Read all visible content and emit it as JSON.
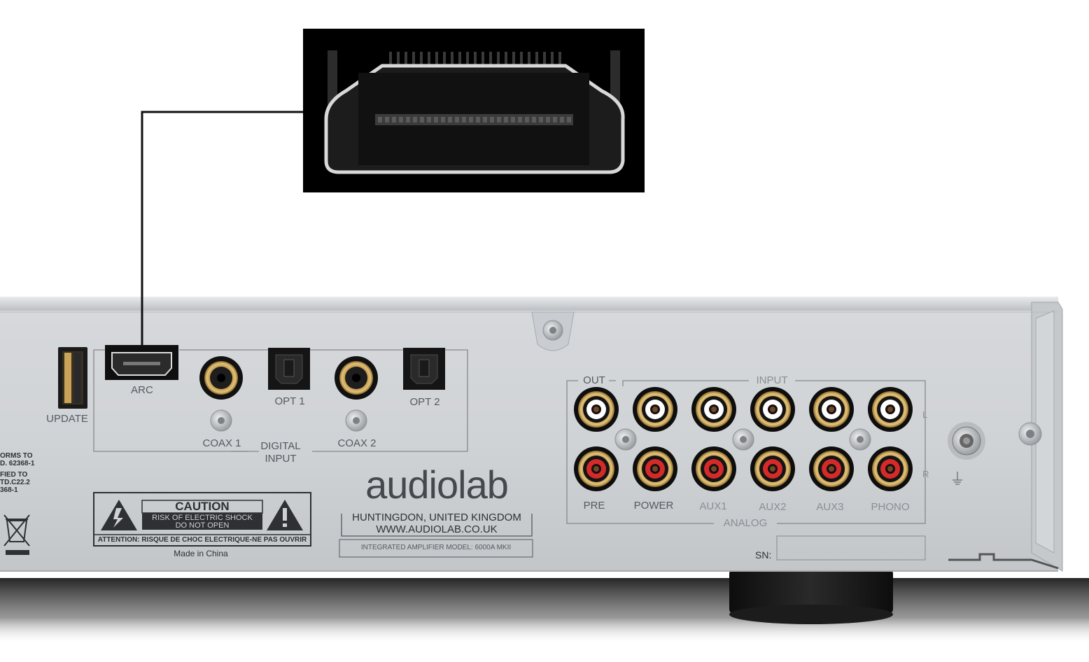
{
  "device": {
    "brand": "audiolab",
    "address_line1": "HUNTINGDON, UNITED KINGDOM",
    "address_line2": "WWW.AUDIOLAB.CO.UK",
    "model_line": "INTEGRATED AMPLIFIER  MODEL: 6000A MKII",
    "made_in": "Made in China",
    "serial_label": "SN:"
  },
  "compliance_text": {
    "line1": "ORMS TO",
    "line2": "D. 62368-1",
    "line3": "FIED TO",
    "line4": "TD.C22.2",
    "line5": "368-1"
  },
  "caution": {
    "title": "CAUTION",
    "line1": "RISK OF ELECTRIC SHOCK",
    "line2": "DO NOT OPEN",
    "attention": "ATTENTION: RISQUE DE CHOC ELECTRIQUE-NE PAS OUVRIR"
  },
  "ports": {
    "update": "UPDATE",
    "arc": "ARC",
    "coax1": "COAX 1",
    "opt1": "OPT 1",
    "coax2": "COAX 2",
    "opt2": "OPT 2",
    "digital_input_line1": "DIGITAL",
    "digital_input_line2": "INPUT"
  },
  "analog": {
    "out_label": "OUT",
    "input_label": "INPUT",
    "section_label": "ANALOG",
    "left_label": "L",
    "right_label": "R",
    "columns": [
      "PRE",
      "POWER",
      "AUX1",
      "AUX2",
      "AUX3",
      "PHONO"
    ]
  },
  "colors": {
    "chassis": "#cfd2d5",
    "rca_left_insulator": "#ffffff",
    "rca_right_insulator": "#d42a2a",
    "gold": "#c9a35a",
    "callout_background": "#000000"
  }
}
